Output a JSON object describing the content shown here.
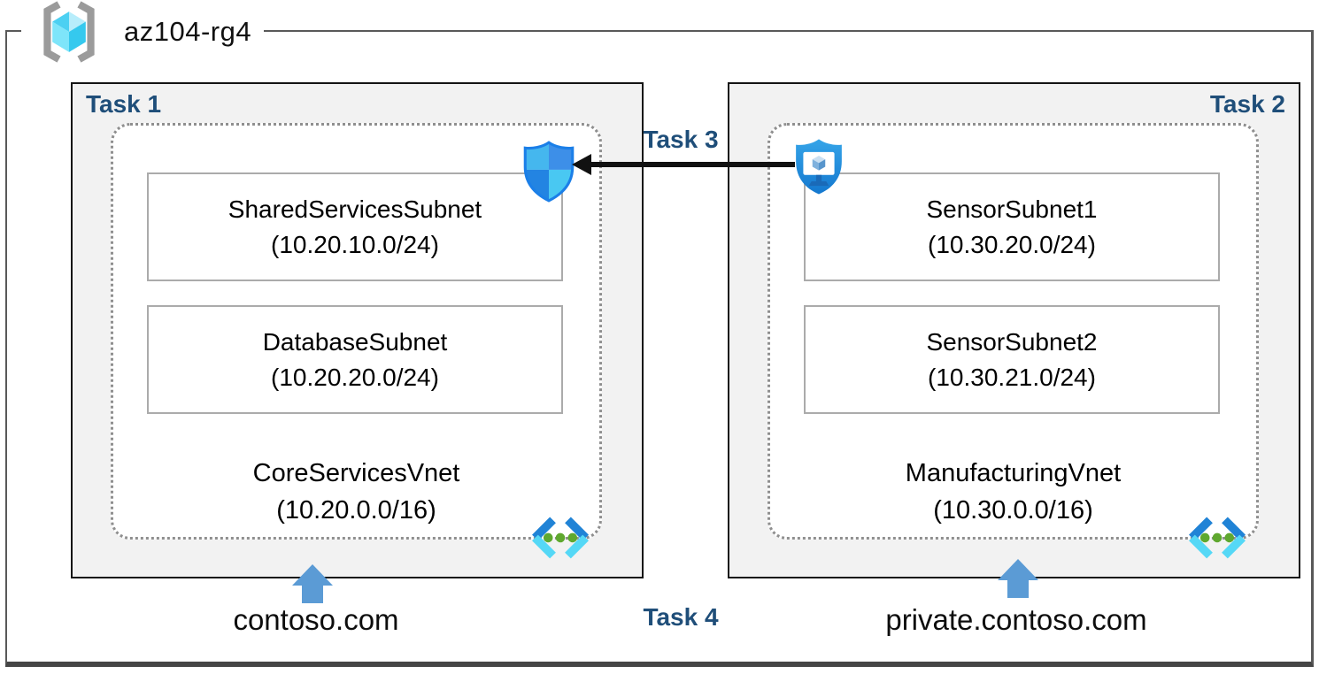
{
  "resource_group": {
    "name": "az104-rg4",
    "icon": "resource-group-bracket-cube-icon"
  },
  "labels": {
    "task3": "Task 3",
    "task4": "Task 4"
  },
  "vnets": [
    {
      "task_label": "Task 1",
      "name": "CoreServicesVnet",
      "cidr": "(10.20.0.0/16)",
      "subnets": [
        {
          "name": "SharedServicesSubnet",
          "cidr": "(10.20.10.0/24)"
        },
        {
          "name": "DatabaseSubnet",
          "cidr": "(10.20.20.0/24)"
        }
      ],
      "dns_label": "contoso.com",
      "badge_icon": "network-security-shield-icon",
      "corner_icon": "virtual-network-icon"
    },
    {
      "task_label": "Task 2",
      "name": "ManufacturingVnet",
      "cidr": "(10.30.0.0/16)",
      "subnets": [
        {
          "name": "SensorSubnet1",
          "cidr": "(10.30.20.0/24)"
        },
        {
          "name": "SensorSubnet2",
          "cidr": "(10.30.21.0/24)"
        }
      ],
      "dns_label": "private.contoso.com",
      "badge_icon": "bastion-shield-monitor-icon",
      "corner_icon": "virtual-network-icon"
    }
  ],
  "connections": [
    {
      "label": "Task 3",
      "from": "ManufacturingVnet bastion",
      "to": "CoreServicesVnet shield",
      "style": "black-arrow-left"
    },
    {
      "label": "Task 4",
      "style": "blue-up-arrows-to-both-vnets"
    }
  ],
  "colors": {
    "task_label_navy": "#1F4E79",
    "box_background": "#F2F2F2",
    "arrow_blue": "#5B9BD5",
    "boundary_gray": "#595959",
    "dotted_border_gray": "#8F8F8F",
    "subnet_border_gray": "#ABABAB"
  }
}
